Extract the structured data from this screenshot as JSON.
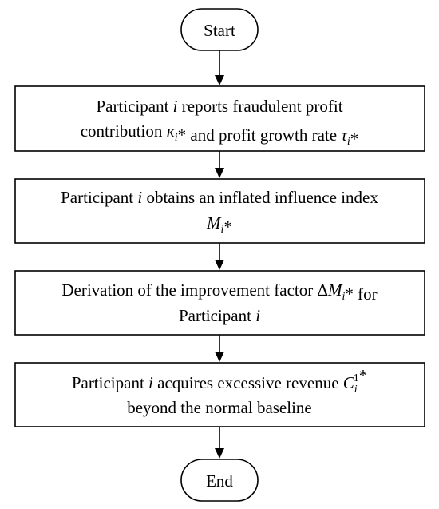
{
  "flowchart": {
    "start": {
      "label": "Start"
    },
    "steps": [
      {
        "line1": [
          "Participant ",
          {
            "it": "i"
          },
          " reports fraudulent profit"
        ],
        "line2": [
          "contribution ",
          {
            "it": "κ"
          },
          {
            "sub": "i"
          },
          "* and profit growth rate ",
          {
            "it": "τ"
          },
          {
            "sub": "i"
          },
          "*"
        ]
      },
      {
        "line1": [
          "Participant ",
          {
            "it": "i"
          },
          " obtains an inflated influence index"
        ],
        "line2": [
          {
            "it": "M"
          },
          {
            "sub": "i"
          },
          "*"
        ]
      },
      {
        "line1": [
          "Derivation of the improvement factor Δ",
          {
            "it": "M"
          },
          {
            "sub": "i"
          },
          "* for"
        ],
        "line2": [
          "Participant ",
          {
            "it": "i"
          }
        ]
      },
      {
        "line1": [
          "Participant ",
          {
            "it": "i"
          },
          " acquires excessive revenue ",
          {
            "it": "C"
          },
          {
            "subsup": [
              "i",
              "1"
            ]
          },
          "*"
        ],
        "line2": [
          "beyond the normal baseline"
        ]
      }
    ],
    "end": {
      "label": "End"
    }
  }
}
